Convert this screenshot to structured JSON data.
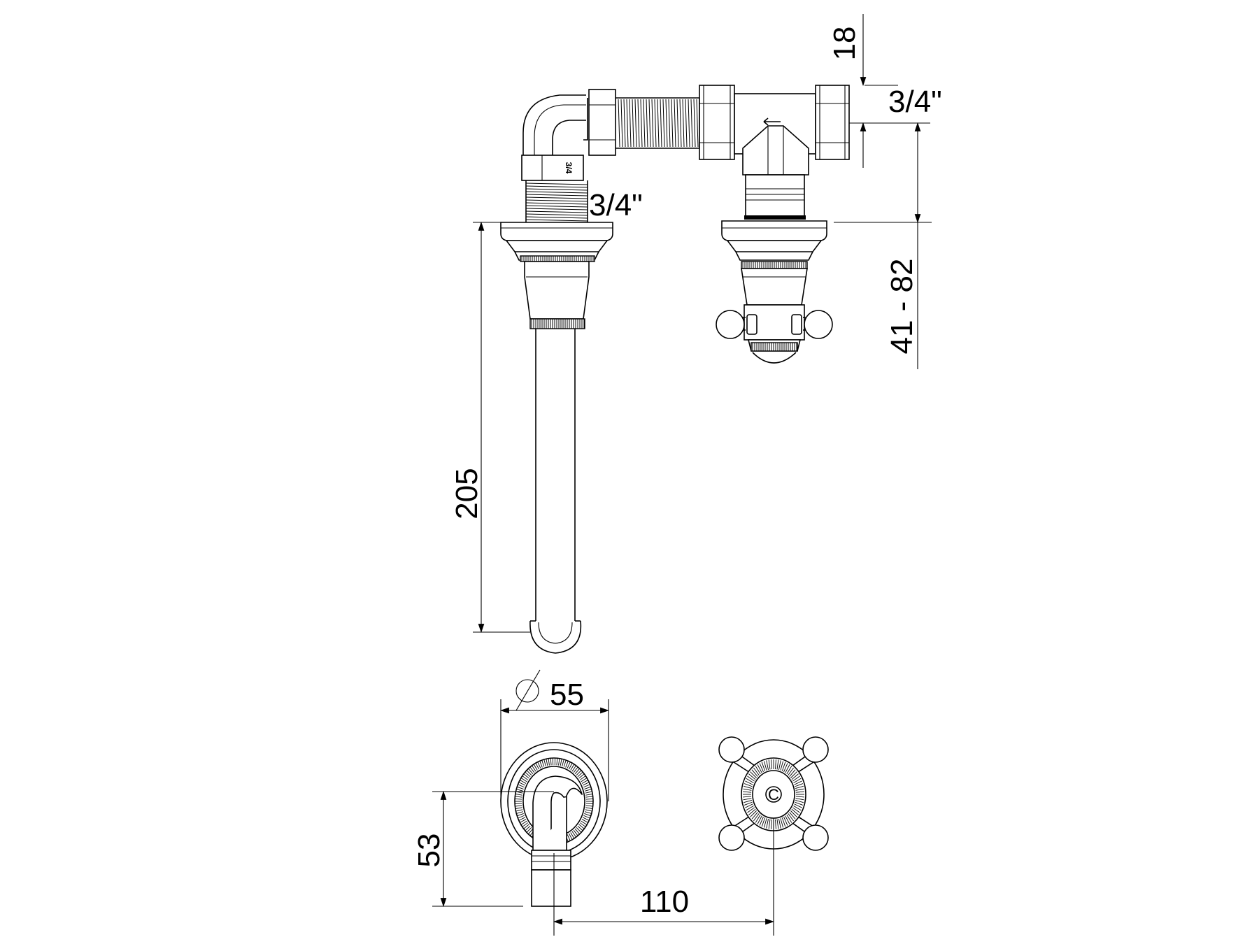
{
  "dimensions": {
    "outlet_height": "18",
    "thread_right": "3/4\"",
    "thread_left": "3/4\"",
    "wall_range": "41 - 82",
    "spout_projection": "205",
    "rose_diameter": "55",
    "spout_height": "53",
    "centre_distance": "110"
  },
  "labels": {
    "fitting_thread": "3/4",
    "handle_marker": "C"
  },
  "colors": {
    "line": "#000000",
    "background": "#ffffff"
  }
}
